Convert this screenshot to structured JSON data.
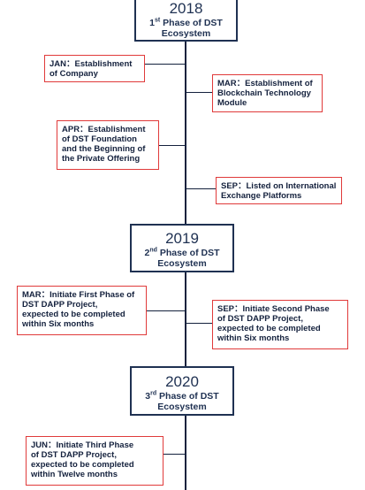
{
  "phases": [
    {
      "year": "2018",
      "ordinal": "1",
      "suffix": "st",
      "label": "Phase of DST",
      "label2": "Ecosystem"
    },
    {
      "year": "2019",
      "ordinal": "2",
      "suffix": "nd",
      "label": "Phase of DST",
      "label2": "Ecosystem"
    },
    {
      "year": "2020",
      "ordinal": "3",
      "suffix": "rd",
      "label": "Phase of DST",
      "label2": "Ecosystem"
    }
  ],
  "events": [
    {
      "l1": "JAN：Establishment",
      "l2": "of Company"
    },
    {
      "l1": "MAR：Establishment of",
      "l2": "Blockchain Technology",
      "l3": "Module"
    },
    {
      "l1": "APR：Establishment",
      "l2": "of DST Foundation",
      "l3": "and the Beginning of",
      "l4": "the Private Offering"
    },
    {
      "l1": "SEP：Listed on International",
      "l2": "Exchange Platforms"
    },
    {
      "l1": "MAR：Initiate First Phase of",
      "l2": "DST DAPP Project,",
      "l3": "expected to be completed",
      "l4": "within Six months"
    },
    {
      "l1": "SEP：Initiate Second Phase",
      "l2": "of DST DAPP Project,",
      "l3": "expected to be completed",
      "l4": "within Six months"
    },
    {
      "l1": "JUN：Initiate Third Phase",
      "l2": "of DST DAPP Project,",
      "l3": "expected to be completed",
      "l4": "within Twelve months"
    }
  ]
}
